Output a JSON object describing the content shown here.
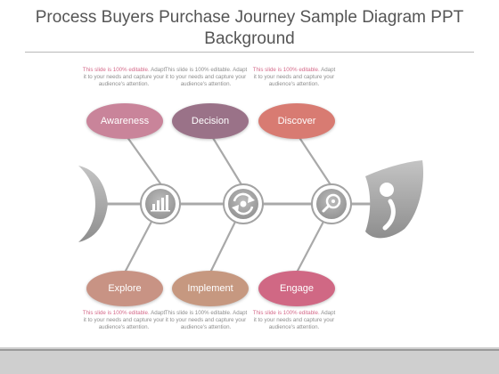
{
  "title_line1": "Process Buyers Purchase Journey Sample Diagram PPT",
  "title_line2": "Background",
  "stages": {
    "awareness": {
      "label": "Awareness",
      "color": "#c9849a"
    },
    "decision": {
      "label": "Decision",
      "color": "#9a7288"
    },
    "discover": {
      "label": "Discover",
      "color": "#d87b72"
    },
    "explore": {
      "label": "Explore",
      "color": "#c89384"
    },
    "implement": {
      "label": "Implement",
      "color": "#c69880"
    },
    "engage": {
      "label": "Engage",
      "color": "#d06884"
    }
  },
  "descriptions": {
    "awareness": {
      "hl": "This slide is 100% editable.",
      "rest": " Adapt it to your needs and capture your audience's attention."
    },
    "decision": {
      "hl": "",
      "rest": "This slide is 100% editable. Adapt it to your needs and capture your audience's attention."
    },
    "discover": {
      "hl": "This slide is 100% editable.",
      "rest": " Adapt it to your needs and capture your audience's attention."
    },
    "explore": {
      "hl": "This slide is 100% editable.",
      "rest": " Adapt it to your needs and capture your audience's attention."
    },
    "implement": {
      "hl": "",
      "rest": "This slide is 100% editable. Adapt it to your needs and capture your audience's attention."
    },
    "engage": {
      "hl": "This slide is 100% editable.",
      "rest": " Adapt it to your needs and capture your audience's attention."
    }
  },
  "icons": [
    "bar-chart-icon",
    "refresh-cycle-icon",
    "magnifier-icon"
  ],
  "colors": {
    "bone": "#a9a9a9",
    "fish": "#9f9f9f",
    "title": "#555555",
    "highlight": "#d46a8a"
  }
}
